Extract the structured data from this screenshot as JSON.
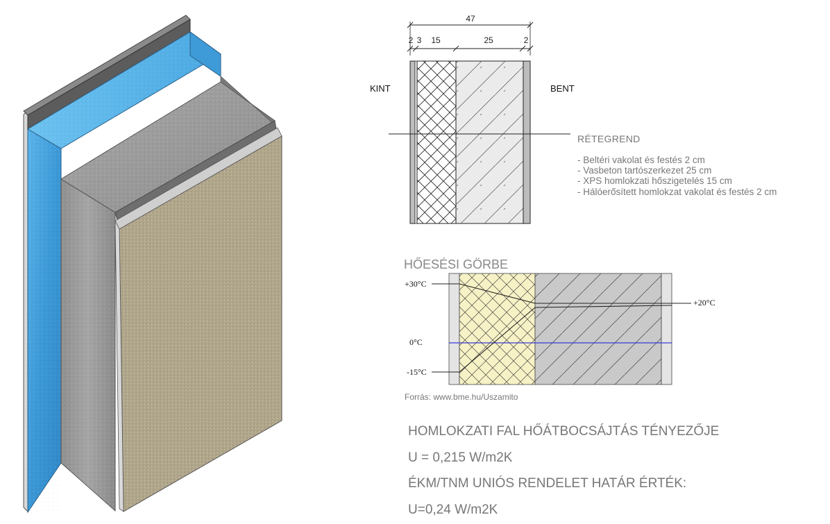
{
  "section": {
    "total_dim": "47",
    "layer_dims": [
      "2",
      "3",
      "15",
      "25",
      "2"
    ],
    "outside_label": "KINT",
    "inside_label": "BENT"
  },
  "layers": {
    "title": "RÉTEGREND",
    "items": [
      "- Beltéri vakolat és festés 2 cm",
      "- Vasbeton tartószerkezet 25 cm",
      "- XPS homlokzati hőszigetelés 15 cm",
      "- Hálóerősített homlokzat vakolat és festés 2 cm"
    ]
  },
  "temp_curve": {
    "title": "HŐESÉSI GÖRBE",
    "labels": {
      "t_top": "+30°C",
      "t_zero": "0°C",
      "t_bottom": "-15°C",
      "t_right": "+20°C"
    },
    "source": "Forrás: www.bme.hu/Uszamito",
    "colors": {
      "insulation": "#f7f2c6",
      "concrete": "#c9c9c9",
      "plaster": "#e4e4e4",
      "zero_line": "#3a3ad6"
    }
  },
  "u_value": {
    "heading": "HOMLOKZATI FAL HŐÁTBOCSÁJTÁS TÉNYEZŐJE",
    "value": "U = 0,215 W/m2K",
    "limit_heading": "ÉKM/TNM UNIÓS RENDELET HATÁR ÉRTÉK:",
    "limit_value": "U=0,24 W/m2K"
  },
  "model_colors": {
    "xps": "#3f9bd8",
    "concrete": "#9e9e9e",
    "render": "#b3a98e",
    "cap": "#5c5c5c"
  }
}
